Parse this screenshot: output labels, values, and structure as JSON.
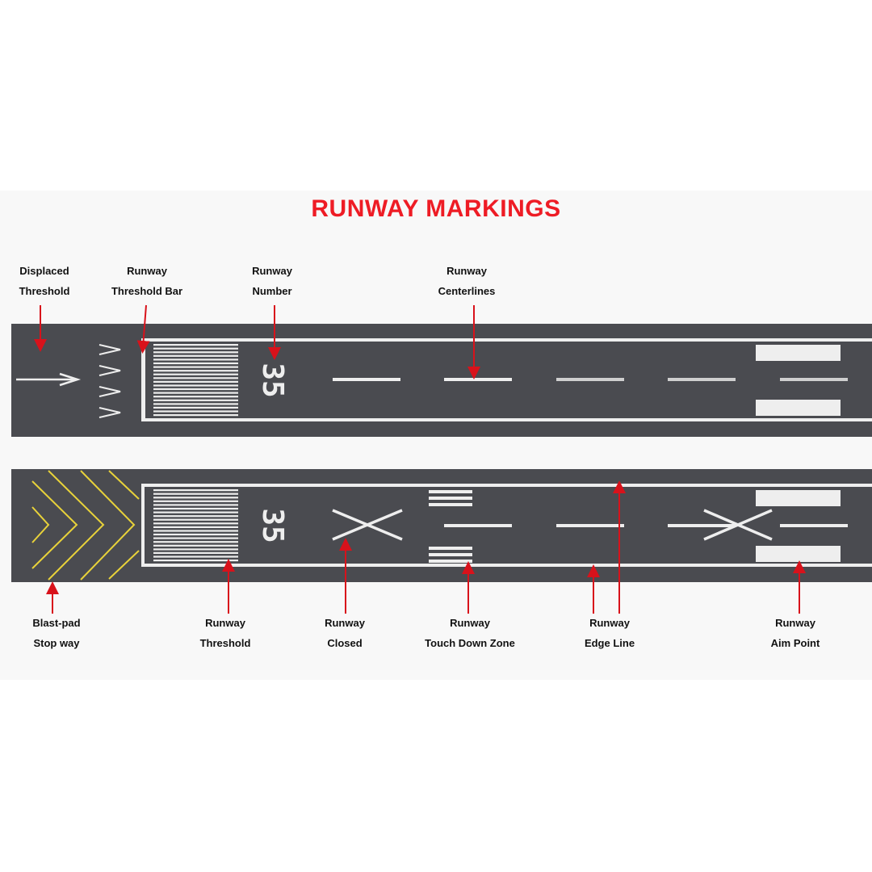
{
  "title": "RUNWAY MARKINGS",
  "runway_number": "35",
  "top_labels": [
    {
      "id": "displaced-threshold",
      "line1": "Displaced",
      "line2": "Threshold"
    },
    {
      "id": "runway-threshold-bar",
      "line1": "Runway",
      "line2": "Threshold Bar"
    },
    {
      "id": "runway-number",
      "line1": "Runway",
      "line2": "Number"
    },
    {
      "id": "runway-centerlines",
      "line1": "Runway",
      "line2": "Centerlines"
    }
  ],
  "bottom_labels": [
    {
      "id": "blast-pad-stop-way",
      "line1": "Blast-pad",
      "line2": "Stop way"
    },
    {
      "id": "runway-threshold",
      "line1": "Runway",
      "line2": "Threshold"
    },
    {
      "id": "runway-closed",
      "line1": "Runway",
      "line2": "Closed"
    },
    {
      "id": "runway-touch-down-zone",
      "line1": "Runway",
      "line2": "Touch Down Zone"
    },
    {
      "id": "runway-edge-line",
      "line1": "Runway",
      "line2": "Edge Line"
    },
    {
      "id": "runway-aim-point",
      "line1": "Runway",
      "line2": "Aim Point"
    }
  ],
  "colors": {
    "title": "#ee1c25",
    "asphalt": "#4a4b50",
    "paint": "#eeeeee",
    "blast_pad_chevron": "#e8d23a",
    "arrow": "#d8121b"
  }
}
